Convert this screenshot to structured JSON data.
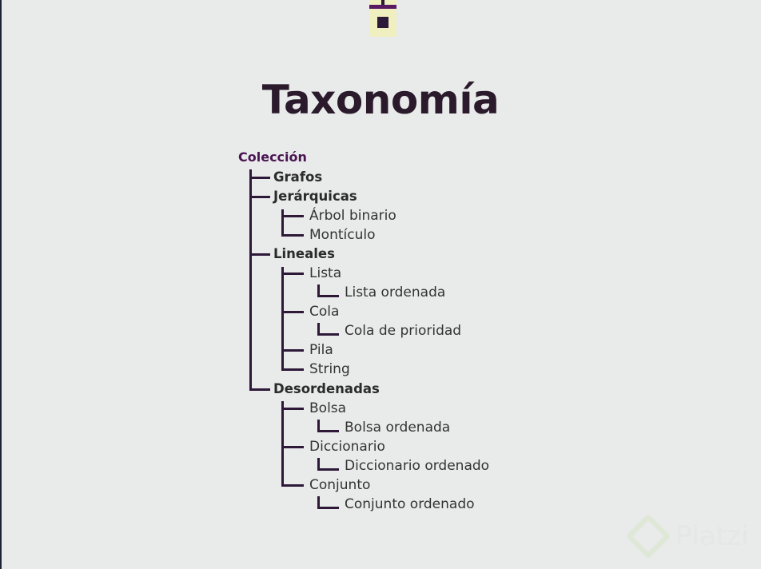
{
  "slide": {
    "title": "Taxonomía",
    "root": "Colección",
    "tree": [
      {
        "label": "Grafos",
        "level": 1,
        "bold": true
      },
      {
        "label": "Jerárquicas",
        "level": 1,
        "bold": true
      },
      {
        "label": "Árbol binario",
        "level": 2,
        "bold": false
      },
      {
        "label": "Montículo",
        "level": 2,
        "bold": false
      },
      {
        "label": "Lineales",
        "level": 1,
        "bold": true
      },
      {
        "label": "Lista",
        "level": 2,
        "bold": false
      },
      {
        "label": "Lista ordenada",
        "level": 3,
        "bold": false
      },
      {
        "label": "Cola",
        "level": 2,
        "bold": false
      },
      {
        "label": "Cola de prioridad",
        "level": 3,
        "bold": false
      },
      {
        "label": "Pila",
        "level": 2,
        "bold": false
      },
      {
        "label": "String",
        "level": 2,
        "bold": false
      },
      {
        "label": "Desordenadas",
        "level": 1,
        "bold": true
      },
      {
        "label": "Bolsa",
        "level": 2,
        "bold": false
      },
      {
        "label": "Bolsa ordenada",
        "level": 3,
        "bold": false
      },
      {
        "label": "Diccionario",
        "level": 2,
        "bold": false
      },
      {
        "label": "Diccionario ordenado",
        "level": 3,
        "bold": false
      },
      {
        "label": "Conjunto",
        "level": 2,
        "bold": false
      },
      {
        "label": "Conjunto ordenado",
        "level": 3,
        "bold": false
      }
    ]
  },
  "watermark": {
    "text": "Platzi"
  },
  "colors": {
    "accent": "#4a1452",
    "line": "#2d1838",
    "background": "#e9eaea"
  }
}
